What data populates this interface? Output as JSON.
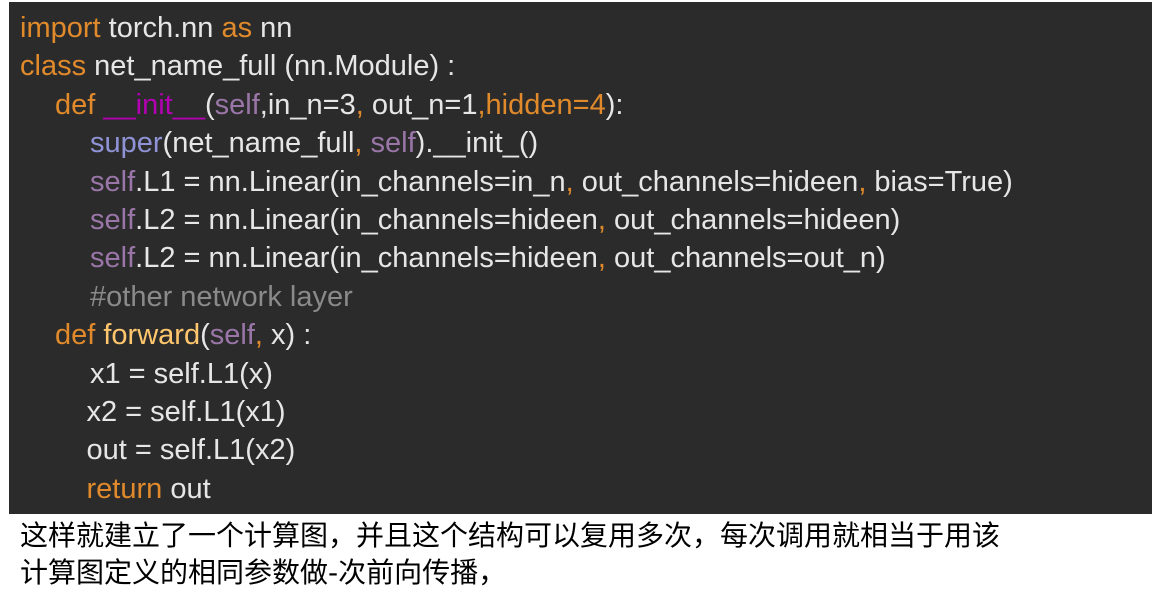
{
  "code": {
    "lines": [
      {
        "indent": 0,
        "tokens": [
          {
            "t": "import",
            "c": "kw"
          },
          {
            "t": " torch.nn ",
            "c": "txt"
          },
          {
            "t": "as",
            "c": "kw"
          },
          {
            "t": " nn",
            "c": "txt"
          }
        ]
      },
      {
        "indent": 0,
        "tokens": [
          {
            "t": "class",
            "c": "kw"
          },
          {
            "t": " net_name_full (nn.Module) :",
            "c": "txt"
          }
        ]
      },
      {
        "indent": 1,
        "tokens": [
          {
            "t": "def ",
            "c": "kw"
          },
          {
            "t": "__init__",
            "c": "magic"
          },
          {
            "t": "(",
            "c": "txt"
          },
          {
            "t": "self",
            "c": "self"
          },
          {
            "t": ",in_n=3",
            "c": "txt"
          },
          {
            "t": ",",
            "c": "kw"
          },
          {
            "t": " out_n=1",
            "c": "txt"
          },
          {
            "t": ",hidden=4",
            "c": "kw"
          },
          {
            "t": "):",
            "c": "txt"
          }
        ]
      },
      {
        "indent": 2,
        "tokens": [
          {
            "t": "super",
            "c": "builtin"
          },
          {
            "t": "(net_name_full",
            "c": "txt"
          },
          {
            "t": ",",
            "c": "kw"
          },
          {
            "t": " ",
            "c": "txt"
          },
          {
            "t": "self",
            "c": "self"
          },
          {
            "t": ").__init_()",
            "c": "txt"
          }
        ]
      },
      {
        "indent": 2,
        "tokens": [
          {
            "t": "self",
            "c": "self"
          },
          {
            "t": ".L1 = nn.Linear(in_channels=in_n",
            "c": "txt"
          },
          {
            "t": ",",
            "c": "kw"
          },
          {
            "t": " out_channels=hideen",
            "c": "txt"
          },
          {
            "t": ",",
            "c": "kw"
          },
          {
            "t": " bias=True)",
            "c": "txt"
          }
        ]
      },
      {
        "indent": 2,
        "tokens": [
          {
            "t": "self",
            "c": "self"
          },
          {
            "t": ".L2 = nn.Linear(in_channels=hideen",
            "c": "txt"
          },
          {
            "t": ",",
            "c": "kw"
          },
          {
            "t": " out_channels=hideen)",
            "c": "txt"
          }
        ]
      },
      {
        "indent": 2,
        "tokens": [
          {
            "t": "self",
            "c": "self"
          },
          {
            "t": ".L2 = nn.Linear(in_channels=hideen",
            "c": "txt"
          },
          {
            "t": ",",
            "c": "kw"
          },
          {
            "t": " out_channels=out_n)",
            "c": "txt"
          }
        ]
      },
      {
        "indent": 2,
        "tokens": [
          {
            "t": "#other network layer",
            "c": "comment"
          }
        ]
      },
      {
        "indent": 1,
        "tokens": [
          {
            "t": "def ",
            "c": "kw"
          },
          {
            "t": "forward",
            "c": "fn"
          },
          {
            "t": "(",
            "c": "txt"
          },
          {
            "t": "self",
            "c": "self"
          },
          {
            "t": ",",
            "c": "kw"
          },
          {
            "t": " x) :",
            "c": "txt"
          }
        ]
      },
      {
        "indent": 2,
        "tokens": [
          {
            "t": "x1 = self.L1(x)",
            "c": "txt"
          }
        ]
      },
      {
        "indent": 1.9,
        "tokens": [
          {
            "t": "x2 = self.L1(x1)",
            "c": "txt"
          }
        ]
      },
      {
        "indent": 1.9,
        "tokens": [
          {
            "t": "out = self.L1(x2)",
            "c": "txt"
          }
        ]
      },
      {
        "indent": 1.9,
        "tokens": [
          {
            "t": "return",
            "c": "kw"
          },
          {
            "t": " out",
            "c": "txt"
          }
        ]
      }
    ]
  },
  "caption": {
    "line1": "这样就建立了一个计算图，并且这个结构可以复用多次，每次调用就相当于用该",
    "line2": "计算图定义的相同参数做-次前向传播，"
  }
}
